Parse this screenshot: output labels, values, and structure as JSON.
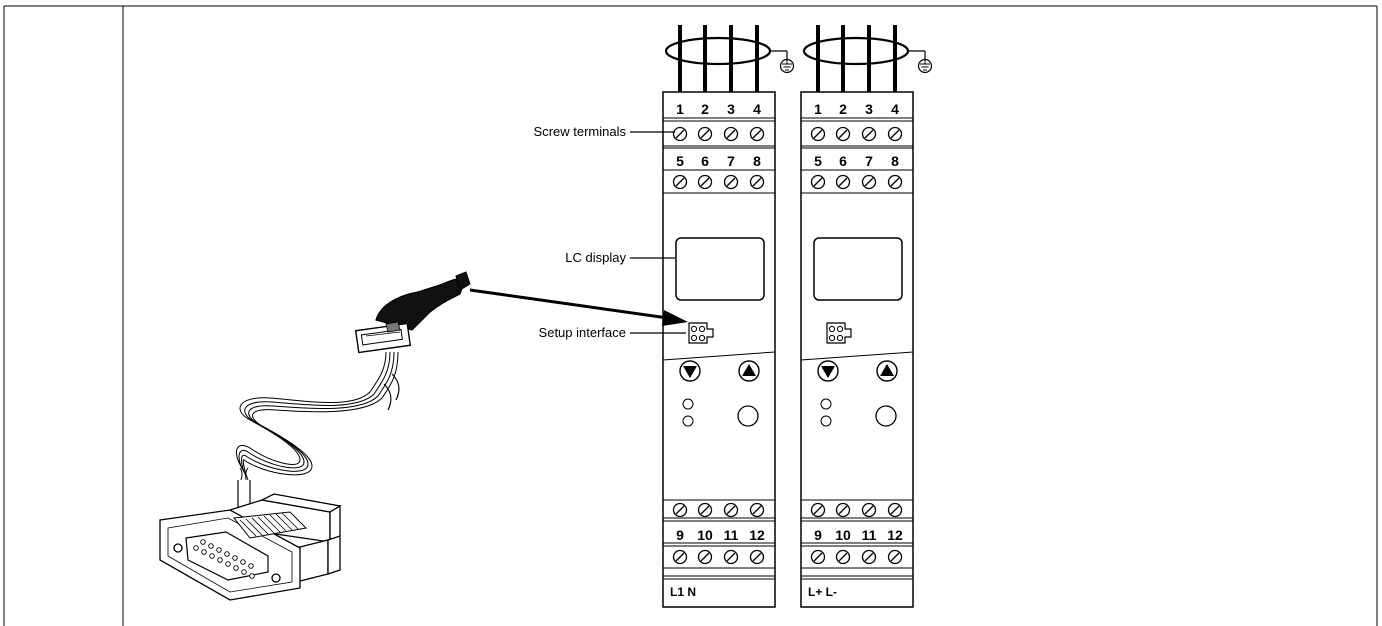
{
  "callouts": {
    "screw_terminals": "Screw terminals",
    "lc_display": "LC display",
    "setup_interface": "Setup interface"
  },
  "devices": [
    {
      "top_numbers": [
        "1",
        "2",
        "3",
        "4"
      ],
      "mid_numbers": [
        "5",
        "6",
        "7",
        "8"
      ],
      "low_numbers": [
        "9",
        "10",
        "11",
        "12"
      ],
      "supply_label": "L1 N"
    },
    {
      "top_numbers": [
        "1",
        "2",
        "3",
        "4"
      ],
      "mid_numbers": [
        "5",
        "6",
        "7",
        "8"
      ],
      "low_numbers": [
        "9",
        "10",
        "11",
        "12"
      ],
      "supply_label": "L+ L-"
    }
  ],
  "icons": [
    "ground-icon",
    "screw-terminal-icon",
    "down-arrow-button-icon",
    "up-arrow-button-icon",
    "led-icon",
    "setup-connector-icon",
    "sub-d-connector-icon"
  ]
}
